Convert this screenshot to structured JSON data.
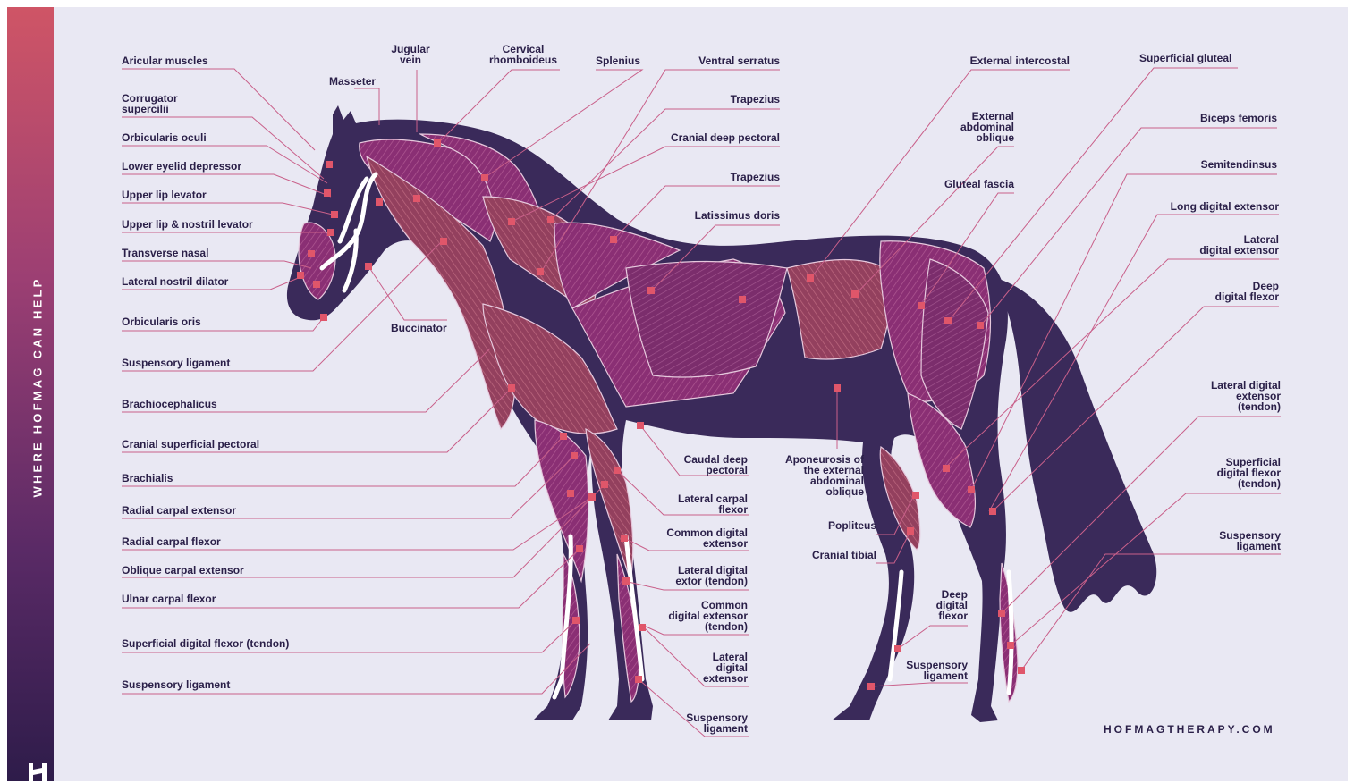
{
  "sidebar": {
    "tagline": "WHERE HOFMAG CAN HELP",
    "logo_letter": "H"
  },
  "footer": {
    "url": "HOFMAGTHERAPY.COM"
  },
  "colors": {
    "sidebar_top": "#cf5566",
    "sidebar_bottom": "#2e1c4a",
    "background": "#e9e8f3",
    "horse_body": "#3a2a5a",
    "muscle_magenta": "#8a2f74",
    "muscle_rose": "#93405e",
    "marker": "#e0566a",
    "leader_line": "#c9608a",
    "text": "#2a1f48"
  },
  "labels": {
    "articular_muscles": "Aricular muscles",
    "masseter": "Masseter",
    "jugular_vein": "Jugular\nvein",
    "cervical_rhomboideus": "Cervical\nrhomboideus",
    "splenius": "Splenius",
    "ventral_serratus": "Ventral serratus",
    "corrugator_supercilii": "Corrugator\nsupercilii",
    "orbicularis_oculi": "Orbicularis oculi",
    "lower_eyelid_depressor": "Lower eyelid depressor",
    "upper_lip_levator": "Upper lip levator",
    "upper_lip_nostril_levator": "Upper lip & nostril levator",
    "transverse_nasal": "Transverse nasal",
    "lateral_nostril_dilator": "Lateral nostril dilator",
    "orbicularis_oris": "Orbicularis oris",
    "buccinator": "Buccinator",
    "suspensory_ligament_head": "Suspensory ligament",
    "brachiocephalicus": "Brachiocephalicus",
    "cranial_superficial_pectoral": "Cranial superficial pectoral",
    "brachialis": "Brachialis",
    "radial_carpal_extensor": "Radial carpal extensor",
    "radial_carpal_flexor": "Radial carpal flexor",
    "oblique_carpal_extensor": "Oblique carpal extensor",
    "ulnar_carpal_flexor": "Ulnar carpal flexor",
    "superficial_digital_flexor_tendon_front": "Superficial digital flexor (tendon)",
    "suspensory_ligament_front": "Suspensory ligament",
    "trapezius_1": "Trapezius",
    "cranial_deep_pectoral": "Cranial deep pectoral",
    "trapezius_2": "Trapezius",
    "latissimus_doris": "Latissimus doris",
    "caudal_deep_pectoral": "Caudal deep\npectoral",
    "lateral_carpal_flexor": "Lateral carpal\nflexor",
    "common_digital_extensor": "Common digital\nextensor",
    "lateral_digital_extor_tendon": "Lateral digital\nextor (tendon)",
    "common_digital_extensor_tendon": "Common\ndigital extensor\n(tendon)",
    "lateral_digital_extensor_front": "Lateral\ndigital\nextensor",
    "suspensory_ligament_front_lower": "Suspensory\nligament",
    "external_intercostal": "External intercostal",
    "external_abdominal_oblique": "External\nabdominal\noblique",
    "gluteal_fascia": "Gluteal fascia",
    "aponeurosis": "Aponeurosis of\nthe external\nabdominal\noblique",
    "popliteus": "Popliteus",
    "cranial_tibial": "Cranial tibial",
    "deep_digital_flexor_hind": "Deep\ndigital\nflexor",
    "suspensory_ligament_hind": "Suspensory\nligament",
    "superficial_gluteal": "Superficial gluteal",
    "biceps_femoris": "Biceps femoris",
    "semitendinsus": "Semitendinsus",
    "long_digital_extensor": "Long digital extensor",
    "lateral_digital_extensor_hind": "Lateral\ndigital extensor",
    "deep_digital_flexor_right": "Deep\ndigital flexor",
    "lateral_digital_extensor_tendon": "Lateral digital\nextensor\n(tendon)",
    "superficial_digital_flexor_tendon_right": "Superficial\ndigital flexor\n(tendon)",
    "suspensory_ligament_right": "Suspensory\nligament"
  }
}
